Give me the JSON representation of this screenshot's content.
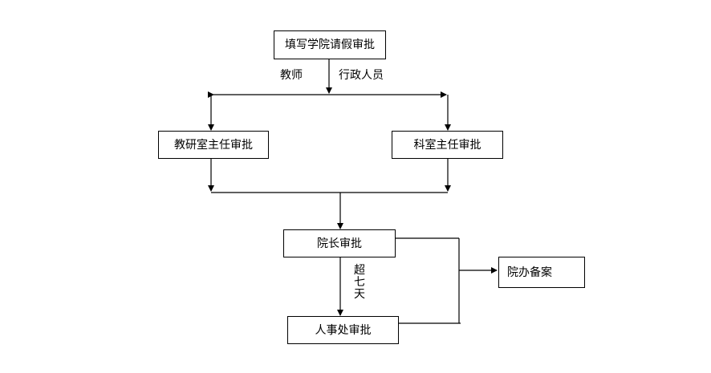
{
  "nodes": {
    "fill_form": "填写学院请假审批",
    "teaching_director": "教研室主任审批",
    "section_director": "科室主任审批",
    "dean": "院长审批",
    "hr": "人事处审批",
    "office_record": "院办备案"
  },
  "branch_labels": {
    "teacher": "教师",
    "admin_staff": "行政人员",
    "over_seven_days": [
      "超",
      "七",
      "天"
    ]
  },
  "colors": {
    "line": "#000000",
    "box_border": "#000000",
    "background": "#ffffff"
  }
}
